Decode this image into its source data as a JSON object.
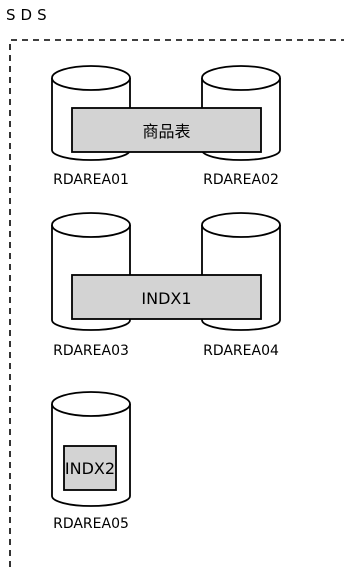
{
  "sds_label": "SDS",
  "groups": [
    {
      "name": "商品表",
      "areas": [
        "RDAREA01",
        "RDAREA02"
      ]
    },
    {
      "name": "INDX1",
      "areas": [
        "RDAREA03",
        "RDAREA04"
      ]
    },
    {
      "name": "INDX2",
      "areas": [
        "RDAREA05"
      ]
    }
  ]
}
